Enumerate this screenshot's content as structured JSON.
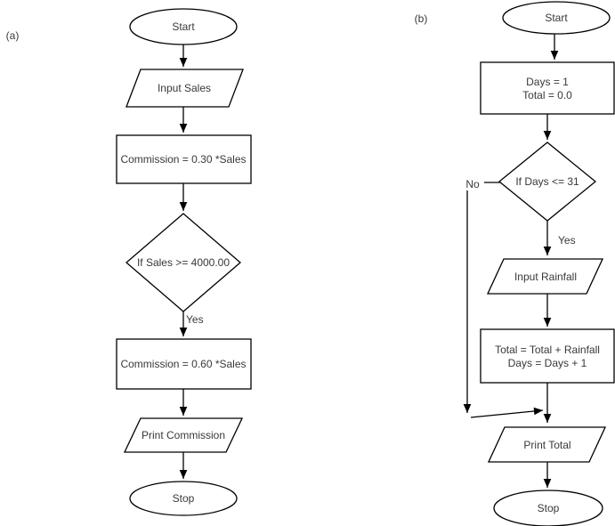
{
  "diagram": {
    "type": "flowchart-pair",
    "colors": {
      "background": "#ffffff",
      "shape_fill": "#ffffff",
      "stroke": "#000000",
      "text": "#383838"
    },
    "flowchart_a": {
      "panel_label": "(a)",
      "nodes": [
        {
          "type": "terminator",
          "label": "Start"
        },
        {
          "type": "input-output",
          "label": "Input Sales"
        },
        {
          "type": "process",
          "label": "Commission = 0.30 *Sales"
        },
        {
          "type": "decision",
          "label": "If Sales >= 4000.00"
        },
        {
          "type": "process",
          "label": "Commission = 0.60 *Sales"
        },
        {
          "type": "input-output",
          "label": "Print Commission"
        },
        {
          "type": "terminator",
          "label": "Stop"
        }
      ],
      "edge_labels": {
        "yes": "Yes"
      }
    },
    "flowchart_b": {
      "panel_label": "(b)",
      "nodes": [
        {
          "type": "terminator",
          "label": "Start"
        },
        {
          "type": "process",
          "lines": [
            "Days = 1",
            "Total = 0.0"
          ]
        },
        {
          "type": "decision",
          "label": "If Days <= 31"
        },
        {
          "type": "input-output",
          "label": "Input Rainfall"
        },
        {
          "type": "process",
          "lines": [
            "Total = Total + Rainfall",
            "Days = Days + 1"
          ]
        },
        {
          "type": "input-output",
          "label": "Print Total"
        },
        {
          "type": "terminator",
          "label": "Stop"
        }
      ],
      "edge_labels": {
        "yes": "Yes",
        "no": "No"
      }
    }
  }
}
